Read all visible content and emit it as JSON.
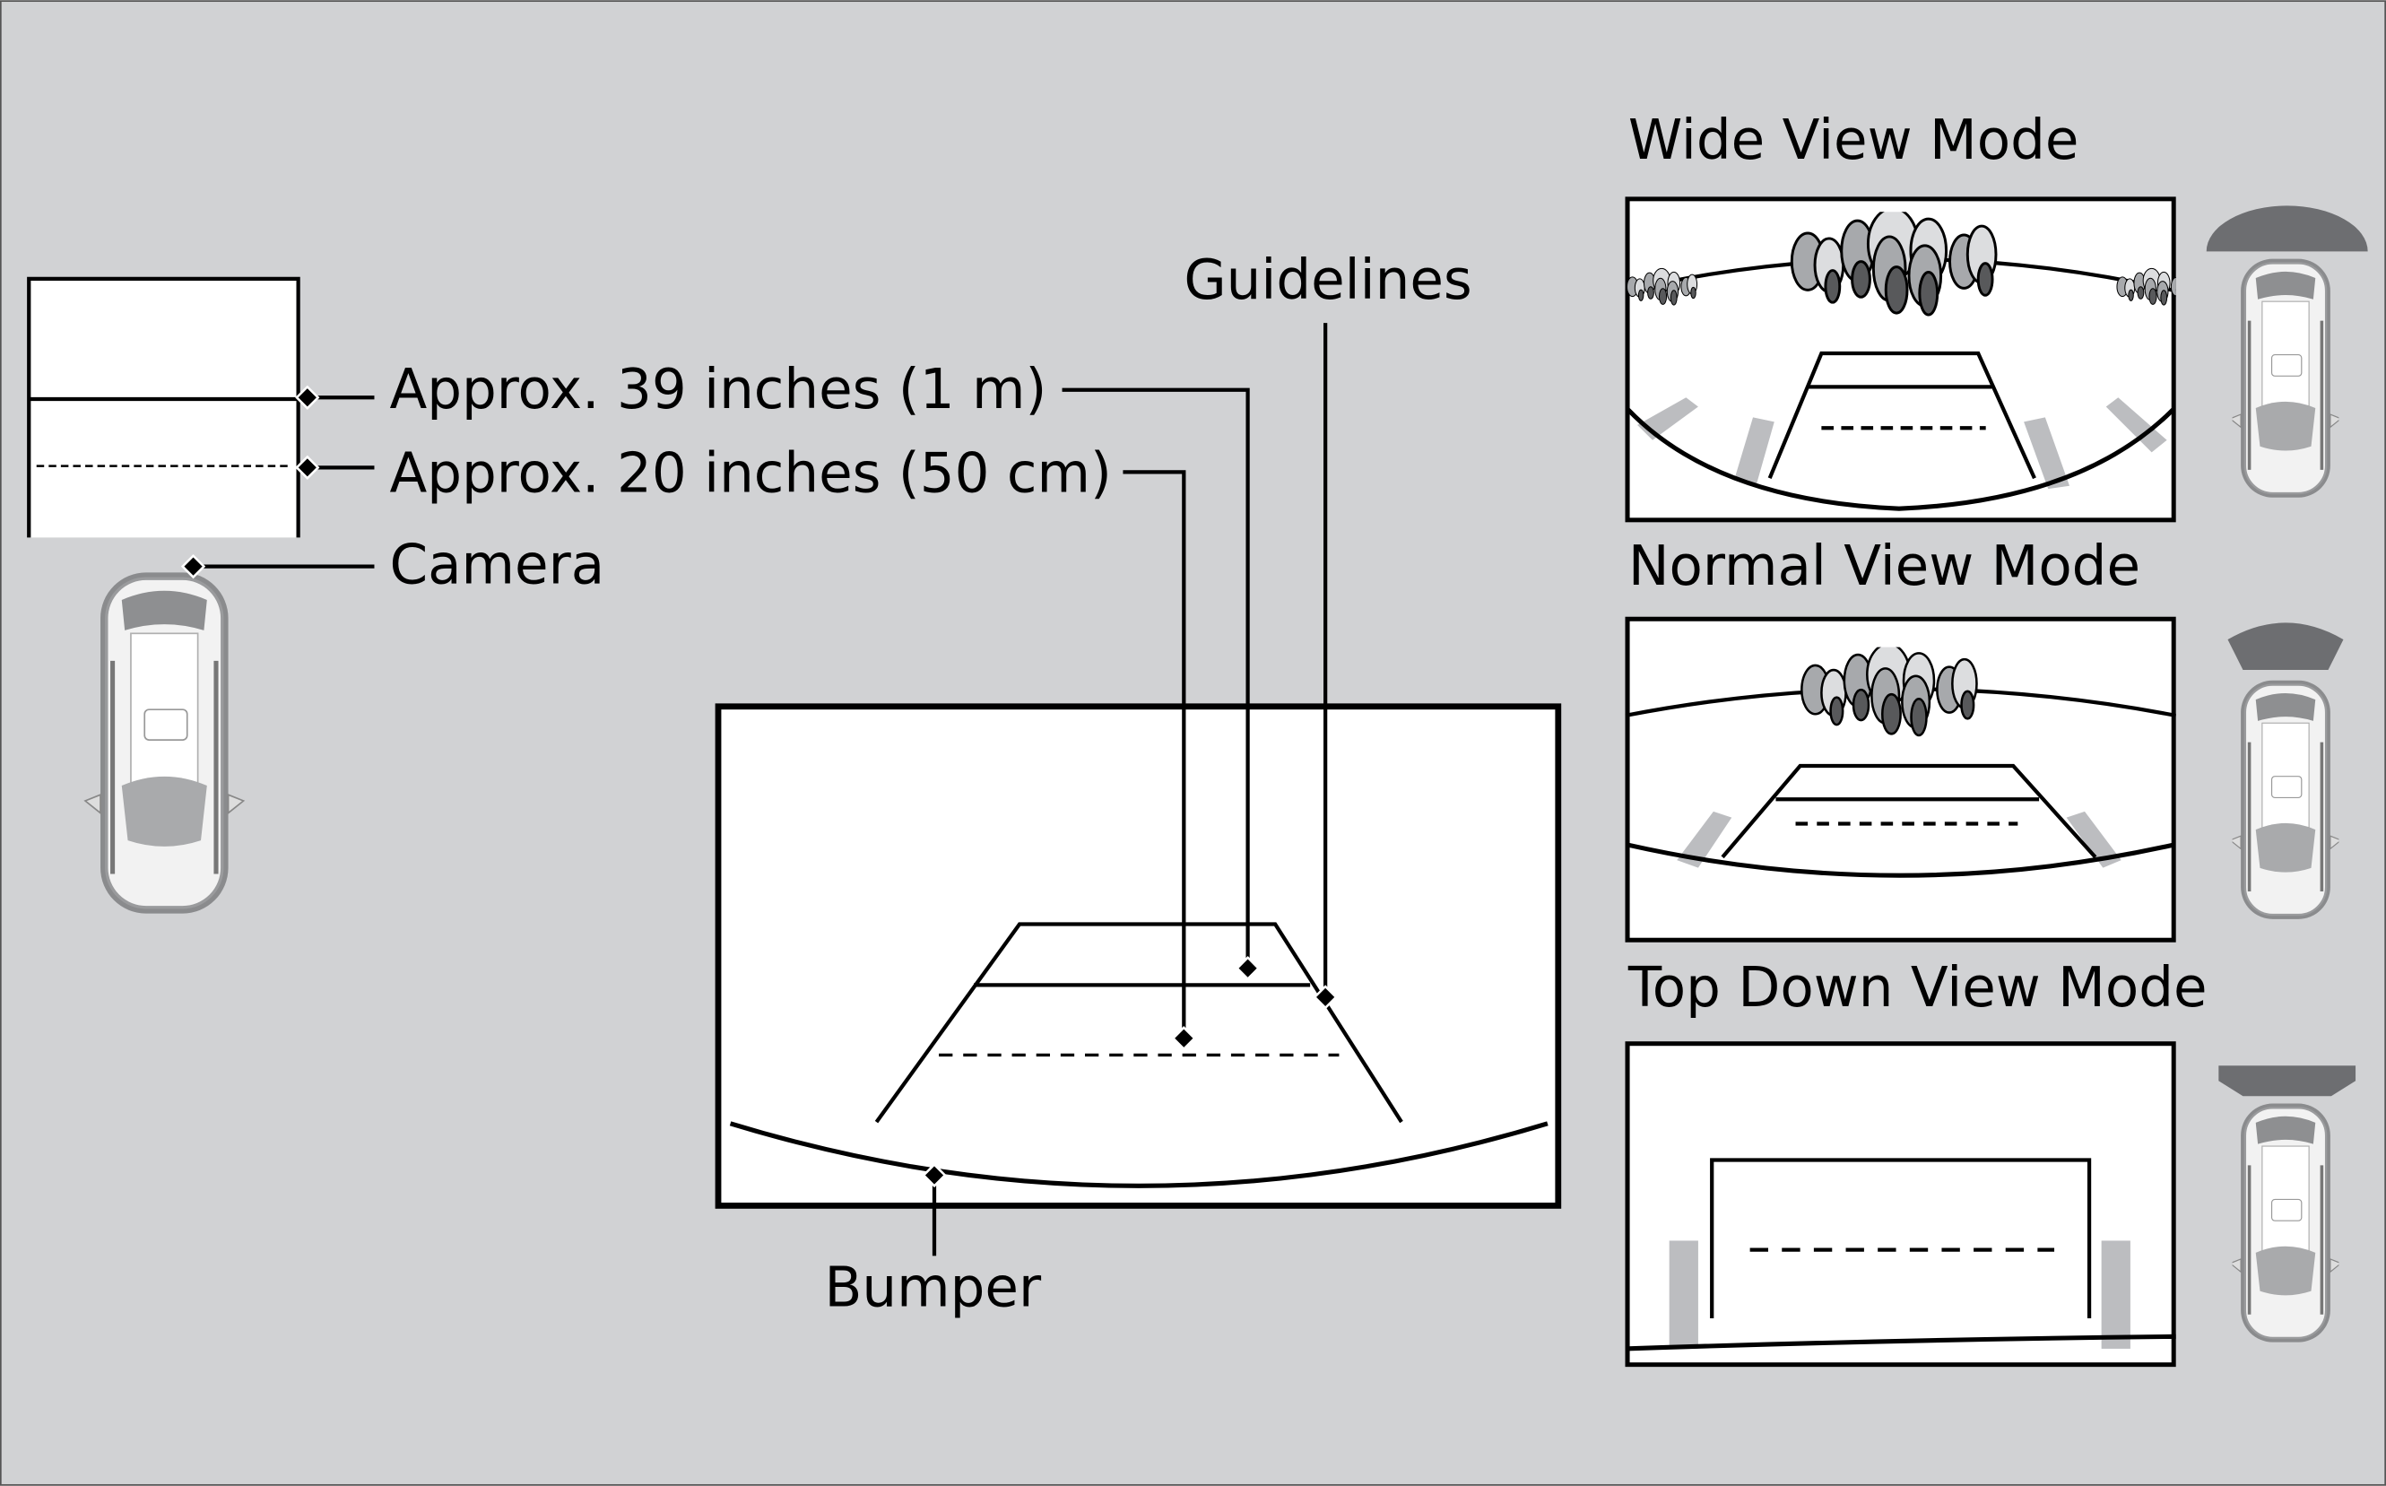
{
  "labels": {
    "approx_39": "Approx. 39 inches (1 m)",
    "approx_20": "Approx. 20 inches (50 cm)",
    "camera": "Camera",
    "guidelines": "Guidelines",
    "bumper": "Bumper"
  },
  "modes": [
    {
      "title": "Wide View Mode"
    },
    {
      "title": "Normal View Mode"
    },
    {
      "title": "Top Down View Mode"
    }
  ],
  "colors": {
    "background": "#d1d2d4",
    "screen": "#ffffff",
    "view_indicator": "#6d6e71",
    "parking_stripe": "#bcbdc0"
  }
}
